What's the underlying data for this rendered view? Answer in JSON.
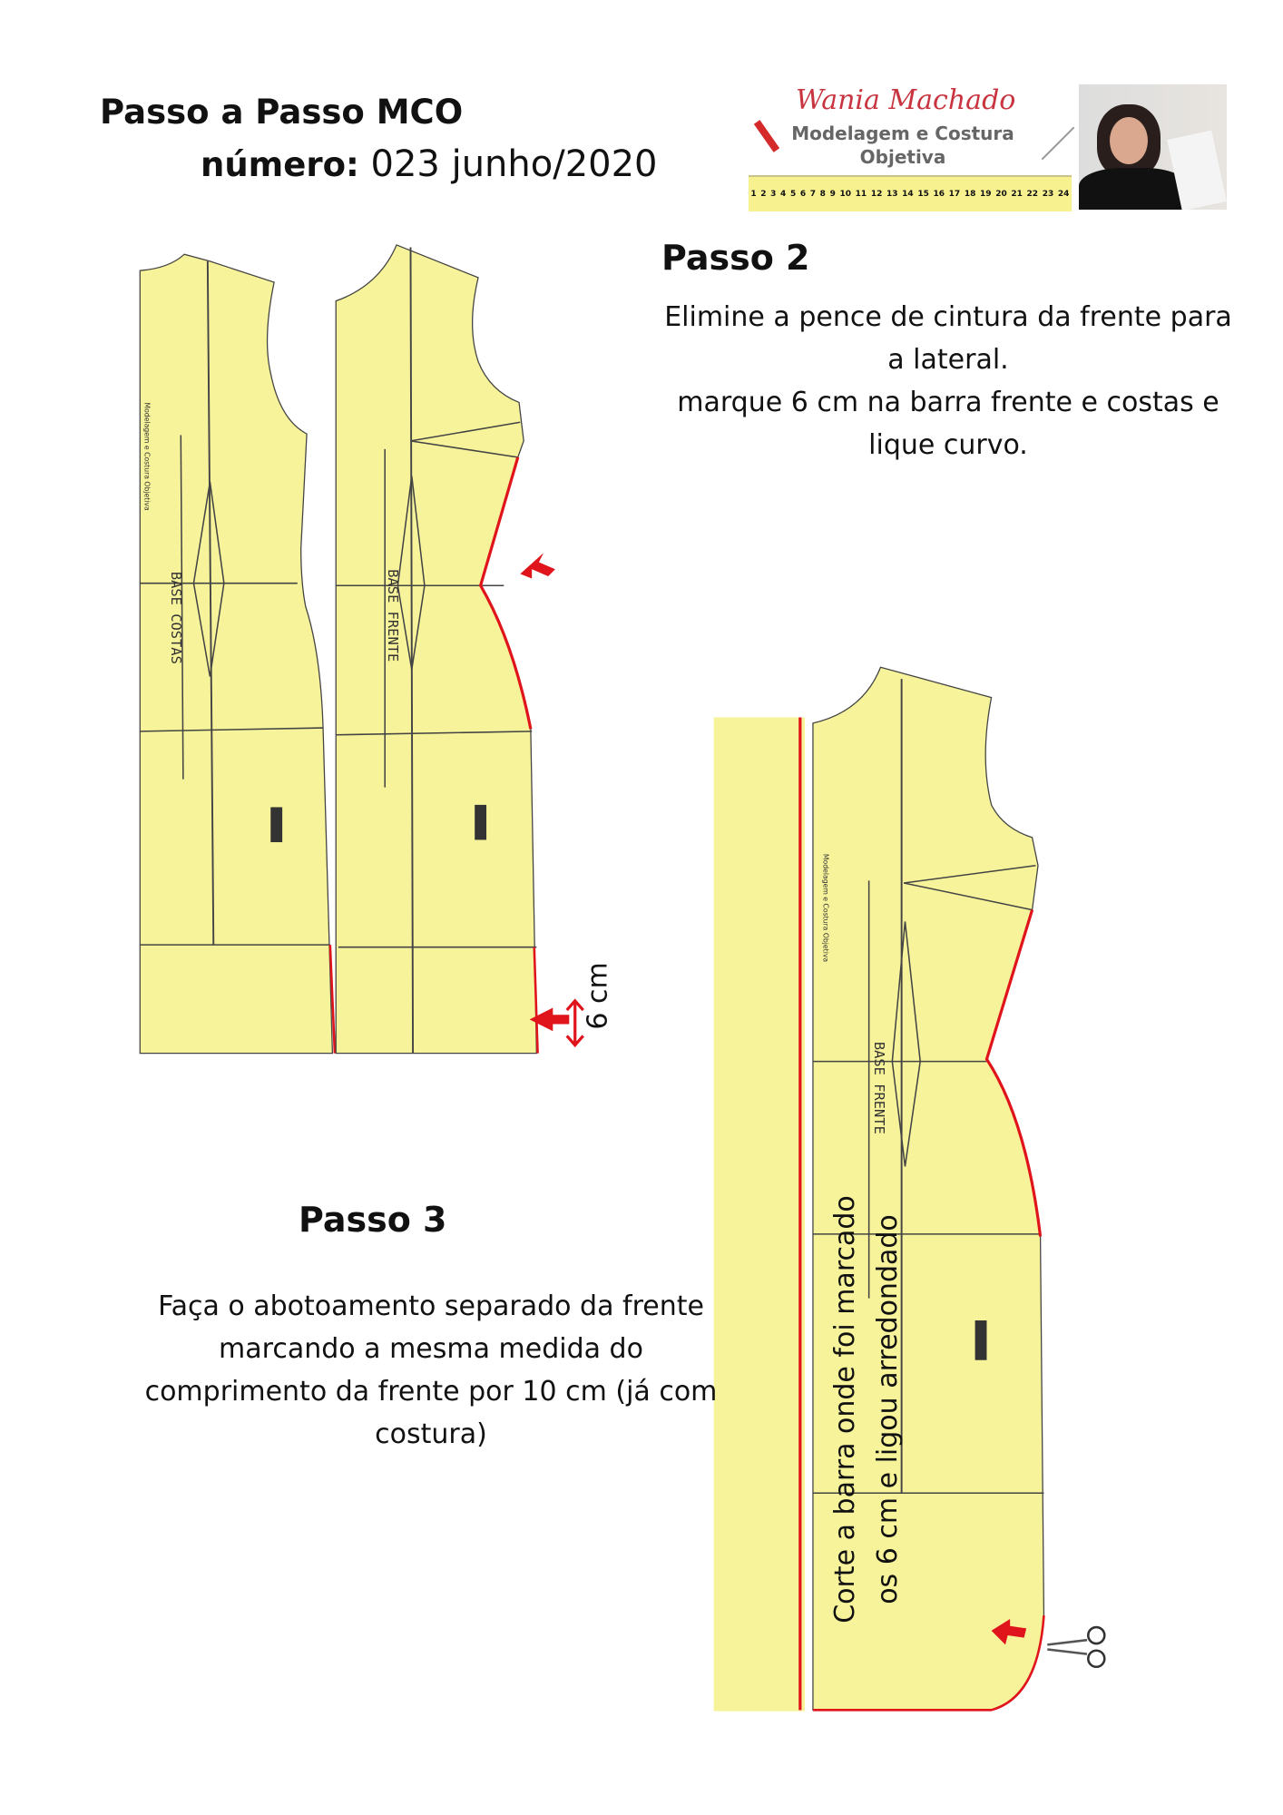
{
  "header": {
    "title": "Passo a Passo MCO",
    "number_label": "número:",
    "number_value": "023 junho/2020"
  },
  "logo": {
    "script_name": "Wania Machado",
    "line1": "Modelagem e Costura",
    "line2": "Objetiva",
    "ruler_numbers": [
      "1",
      "2",
      "3",
      "4",
      "5",
      "6",
      "7",
      "8",
      "9",
      "10",
      "11",
      "12",
      "13",
      "14",
      "15",
      "16",
      "17",
      "18",
      "19",
      "20",
      "21",
      "22",
      "23",
      "24"
    ]
  },
  "step2": {
    "title": "Passo 2",
    "lines": [
      "Elimine a pence de cintura da frente para",
      "a lateral.",
      "marque 6 cm na  barra frente e costas e",
      "lique curvo."
    ],
    "measure_label": "6 cm"
  },
  "step3": {
    "title": "Passo 3",
    "lines": [
      "Faça o abotoamento separado da frente",
      "marcando a mesma medida do",
      "comprimento da frente por 10 cm (já com",
      "costura)"
    ],
    "side_note": [
      "Corte a barra onde foi marcado",
      "os 6 cm e ligou arredondado"
    ]
  },
  "patterns": {
    "back_label": "BASE COSTAS",
    "front_label": "BASE FRENTE",
    "brand_vertical": "Modelagem e Costura Objetiva"
  },
  "colors": {
    "paper": "#f7f39a",
    "accent_red": "#e0141b",
    "line": "#333333"
  }
}
